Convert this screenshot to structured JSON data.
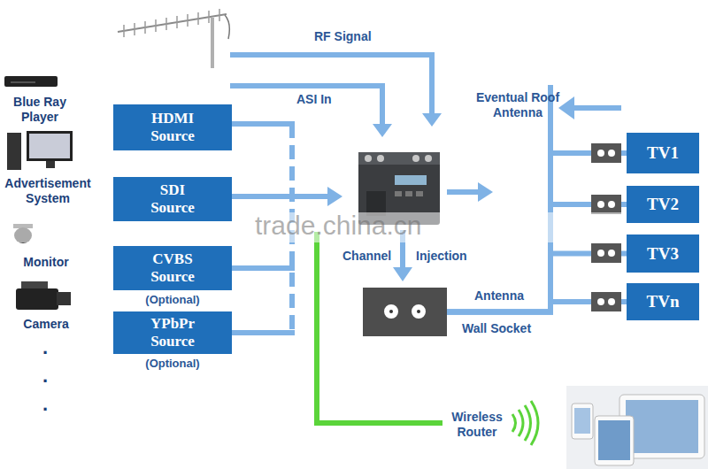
{
  "diagram": {
    "nodes": [
      {
        "text": [
          "HDMI Source"
        ]
      },
      {
        "text": [
          "SDI Source"
        ]
      },
      {
        "text": [
          "CVBS Source",
          "(Optional)"
        ]
      },
      {
        "text": [
          "YPbPr Source",
          "(Optional)"
        ]
      },
      {
        "text": [
          "TV1"
        ]
      },
      {
        "text": [
          "TV2"
        ]
      },
      {
        "text": [
          "TV3"
        ]
      },
      {
        "text": [
          "TVn"
        ]
      },
      {
        "text": [
          "Wall Socket"
        ]
      }
    ],
    "edges": [
      {
        "from": 8,
        "to": 4,
        "arrow": "none"
      },
      {
        "from": 8,
        "to": 5,
        "arrow": "none"
      },
      {
        "from": 8,
        "to": 6,
        "arrow": "none"
      },
      {
        "from": 8,
        "to": 7,
        "arrow": "none"
      }
    ],
    "labels": [
      "RF Signal",
      "ASI In",
      "Blue Ray Player",
      "Eventual Roof Antenna",
      "Advertisement System",
      "trade.china.cn",
      "Monitor",
      "Channel Injection",
      "Antenna",
      "Camera",
      ".",
      ".",
      ".",
      "Wireless Router"
    ]
  }
}
